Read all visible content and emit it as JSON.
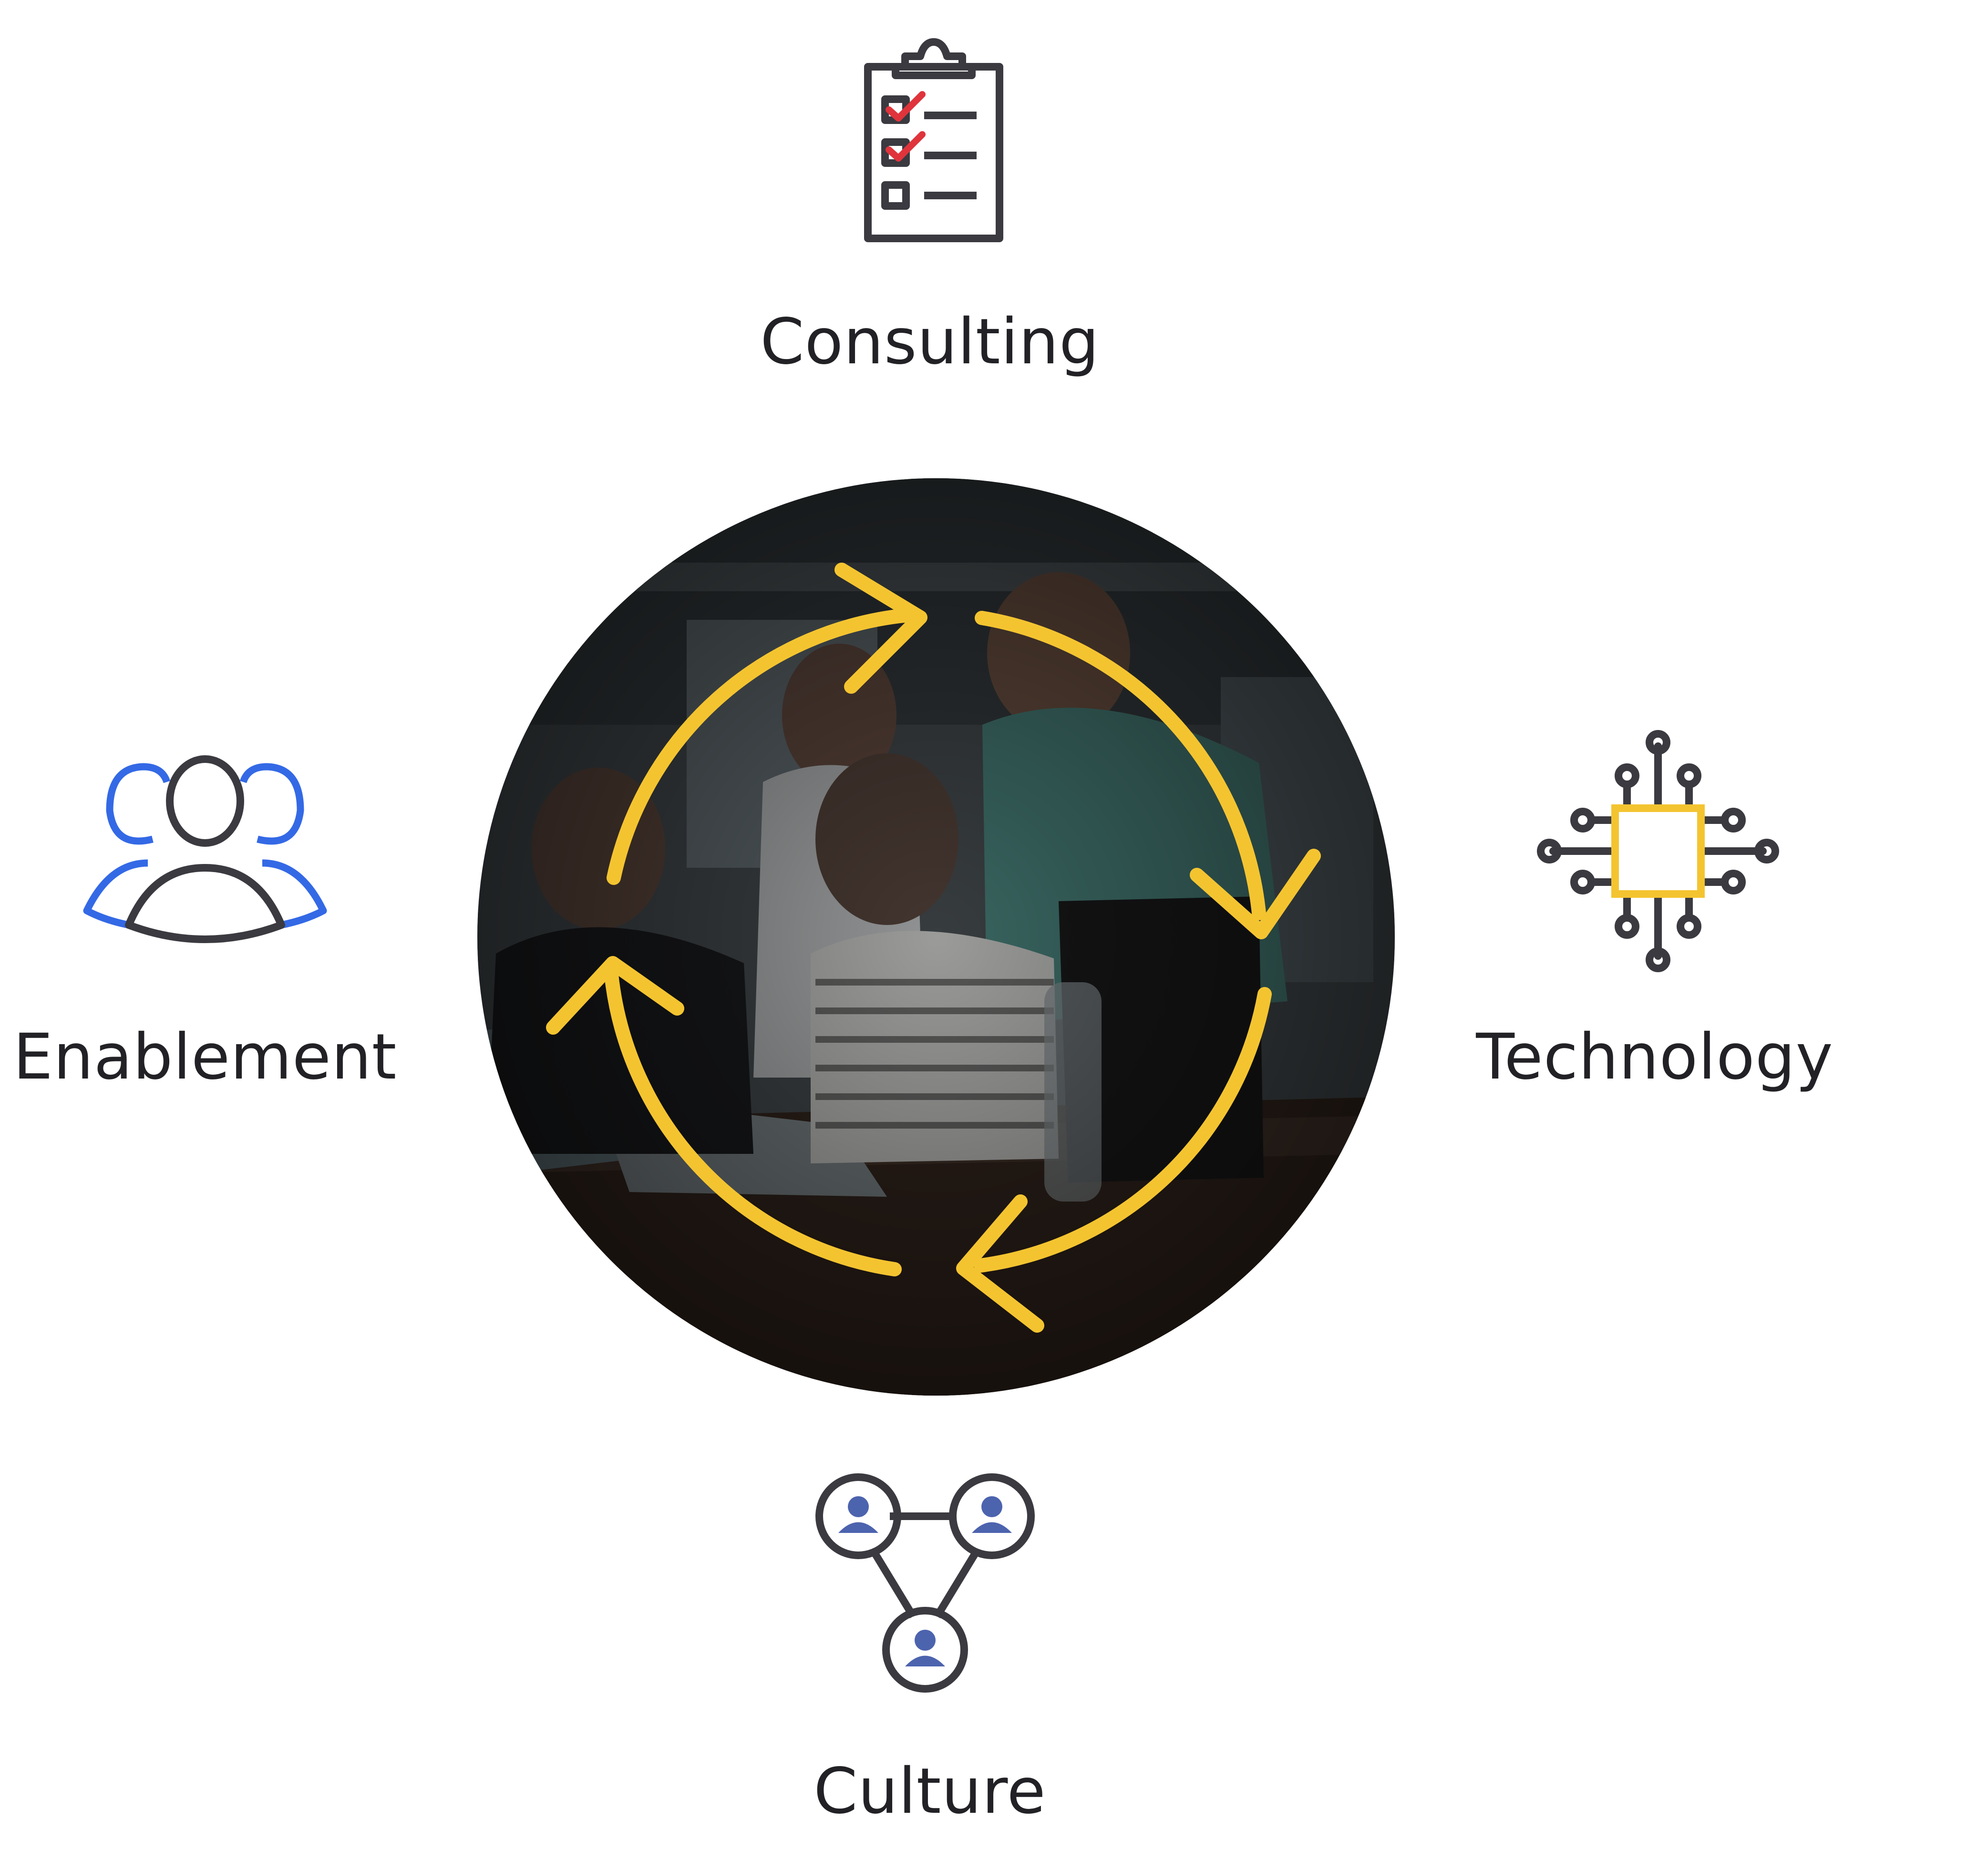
{
  "diagram": {
    "center": {
      "photo_icon": "team-photo",
      "cycle_icon": "cycle-arrows-icon"
    },
    "nodes": [
      {
        "id": "consulting",
        "label": "Consulting",
        "icon": "clipboard-checklist-icon"
      },
      {
        "id": "technology",
        "label": "Technology",
        "icon": "microchip-icon"
      },
      {
        "id": "culture",
        "label": "Culture",
        "icon": "people-network-icon"
      },
      {
        "id": "enablement",
        "label": "Enablement",
        "icon": "user-group-icon"
      }
    ]
  },
  "colors": {
    "dark": "#3a3a40",
    "accent_red": "#e0343c",
    "accent_yellow": "#f4c430",
    "accent_blue": "#3469e6",
    "person_blue": "#4c63ae",
    "text": "#222226"
  }
}
